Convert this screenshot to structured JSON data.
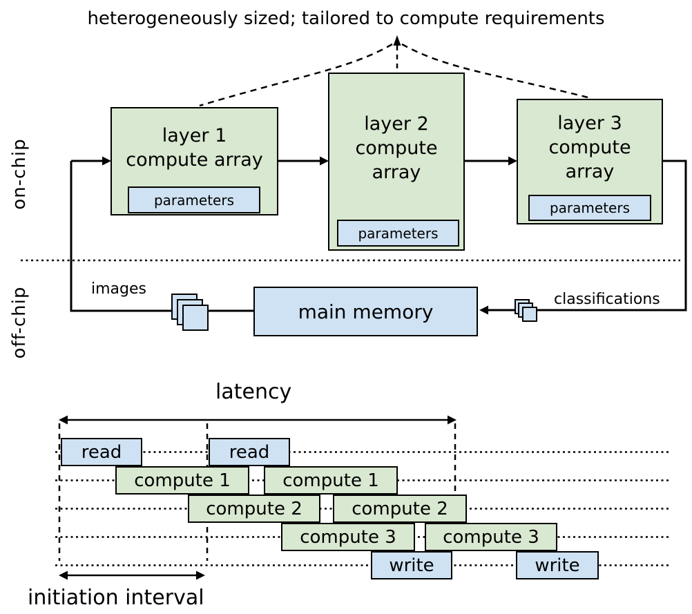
{
  "top": {
    "annotation": "heterogeneously sized; tailored to compute requirements",
    "on_chip_label": "on-chip",
    "off_chip_label": "off-chip",
    "layers": [
      {
        "lines": [
          "layer 1",
          "compute array"
        ],
        "params": "parameters"
      },
      {
        "lines": [
          "layer 2",
          "compute",
          "array"
        ],
        "params": "parameters"
      },
      {
        "lines": [
          "layer 3",
          "compute",
          "array"
        ],
        "params": "parameters"
      }
    ],
    "main_memory": "main memory",
    "images_label": "images",
    "classifications_label": "classifications"
  },
  "timing": {
    "latency_label": "latency",
    "initiation_interval_label": "initiation interval",
    "rows": [
      {
        "label": "read",
        "kind": "io"
      },
      {
        "label": "compute 1",
        "kind": "compute"
      },
      {
        "label": "compute 2",
        "kind": "compute"
      },
      {
        "label": "compute 3",
        "kind": "compute"
      },
      {
        "label": "write",
        "kind": "io"
      }
    ]
  },
  "colors": {
    "compute_green": "#d9e8d0",
    "io_blue": "#cfe2f3",
    "line_black": "#000000"
  }
}
